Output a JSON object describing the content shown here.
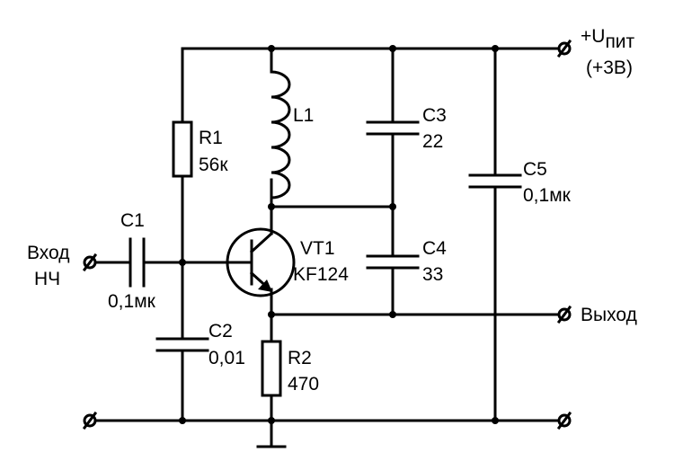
{
  "supply": {
    "label_main": "+U",
    "label_sub": "пит",
    "voltage": "(+3В)"
  },
  "input": {
    "line1": "Вход",
    "line2": "НЧ"
  },
  "output": {
    "label": "Выход"
  },
  "components": {
    "r1": {
      "ref": "R1",
      "value": "56к"
    },
    "r2": {
      "ref": "R2",
      "value": "470"
    },
    "l1": {
      "ref": "L1"
    },
    "c1": {
      "ref": "C1",
      "value": "0,1мк"
    },
    "c2": {
      "ref": "C2",
      "value": "0,01"
    },
    "c3": {
      "ref": "C3",
      "value": "22"
    },
    "c4": {
      "ref": "C4",
      "value": "33"
    },
    "c5": {
      "ref": "C5",
      "value": "0,1мк"
    },
    "vt1": {
      "ref": "VT1",
      "value": "KF124"
    }
  }
}
